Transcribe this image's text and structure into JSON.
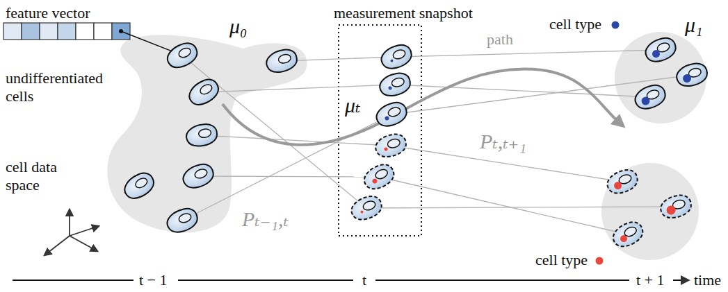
{
  "diagram": {
    "nodes": [
      {
        "text": [
          "feature vector"
        ]
      },
      {
        "text": [
          "μ₀"
        ]
      },
      {
        "text": [
          "measurement snapshot",
          "μₜ"
        ]
      },
      {
        "text": [
          "μ₁"
        ]
      }
    ],
    "labels": [
      "undifferentiated cells",
      "cell data space",
      "cell type",
      "path",
      "Pₜ₋₁,ₜ",
      "Pₜ,ₜ₊₁",
      "cell type",
      "t − 1",
      "t",
      "t + 1",
      "time"
    ]
  }
}
